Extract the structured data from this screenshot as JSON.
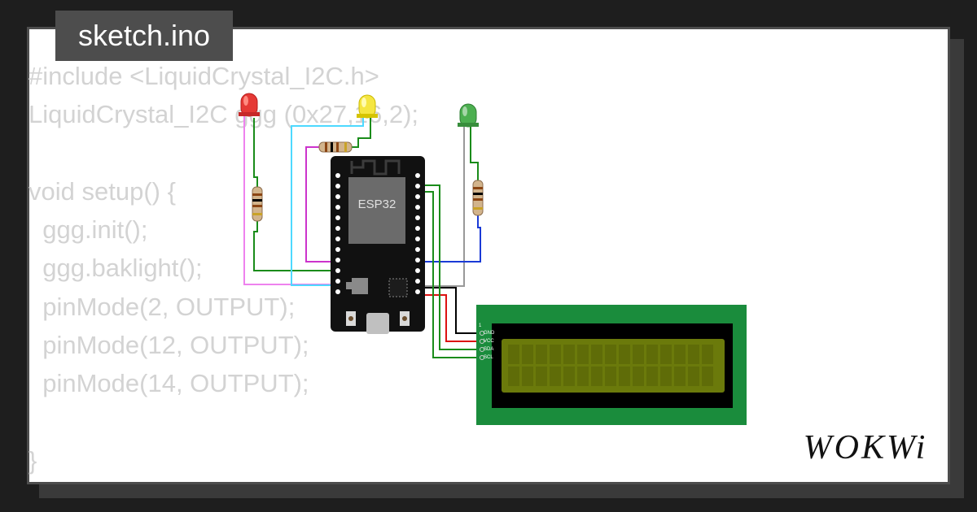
{
  "tab": {
    "filename": "sketch.ino"
  },
  "code": {
    "lines": [
      "#include <LiquidCrystal_I2C.h>",
      "LiquidCrystal_I2C ggg (0x27,16,2);",
      "",
      "void setup() {",
      "  ggg.init();",
      "  ggg.baklight();",
      "  pinMode(2, OUTPUT);",
      "  pinMode(12, OUTPUT);",
      "  pinMode(14, OUTPUT);",
      "",
      "}"
    ]
  },
  "board": {
    "label": "ESP32"
  },
  "lcd": {
    "pins": [
      "GND",
      "VCC",
      "SDA",
      "SCL"
    ],
    "pin1": "1"
  },
  "leds": [
    {
      "color": "red",
      "hex": "#e53935"
    },
    {
      "color": "yellow",
      "hex": "#f5e642"
    },
    {
      "color": "green",
      "hex": "#4caf50"
    }
  ],
  "colors": {
    "card_border": "#4d4d4d",
    "code_text": "#d3d3d3",
    "lcd_pcb": "#1a8c3c",
    "lcd_screen": "#6b7a0b",
    "wire_pink": "#ee82ee",
    "wire_cyan": "#4dd9ff",
    "wire_magenta": "#cc33cc",
    "wire_green": "#1a8c1a",
    "wire_blue": "#1a3ad6",
    "wire_gray": "#999999",
    "wire_red": "#dd1111",
    "wire_black": "#000000"
  },
  "brand": {
    "logo": "WOKWi"
  }
}
